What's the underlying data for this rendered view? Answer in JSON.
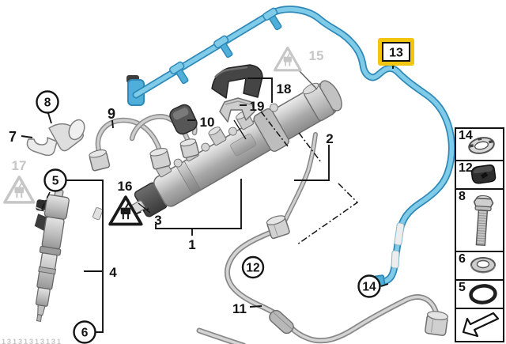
{
  "watermark": "13131313131",
  "labels": {
    "n1": "1",
    "n2": "2",
    "n3": "3",
    "n4": "4",
    "n5": "5",
    "n6": "6",
    "n7": "7",
    "n8": "8",
    "n9": "9",
    "n10": "10",
    "n11": "11",
    "n12": "12",
    "n13": "13",
    "n14": "14",
    "n15": "15",
    "n16": "16",
    "n17": "17",
    "n18": "18",
    "n19": "19"
  },
  "highlight": {
    "callout": "13"
  },
  "faded_callouts": [
    "15",
    "17"
  ],
  "sidebar": {
    "items": [
      {
        "number": "14",
        "icon": "hose-clamp-icon"
      },
      {
        "number": "12",
        "icon": "grommet-icon"
      },
      {
        "number": "8",
        "icon": "bolt-icon"
      },
      {
        "number": "6",
        "icon": "washer-icon"
      },
      {
        "number": "5",
        "icon": "o-ring-icon"
      }
    ],
    "direction_icon": "direction-arrow-icon"
  },
  "colors": {
    "highlight": "#F2C50F",
    "hose": "#7FCBE8",
    "hoseDark": "#2E89B8",
    "hoseClip": "#4FAFD8",
    "faded": "#C6C6C6",
    "ink": "#141414"
  }
}
